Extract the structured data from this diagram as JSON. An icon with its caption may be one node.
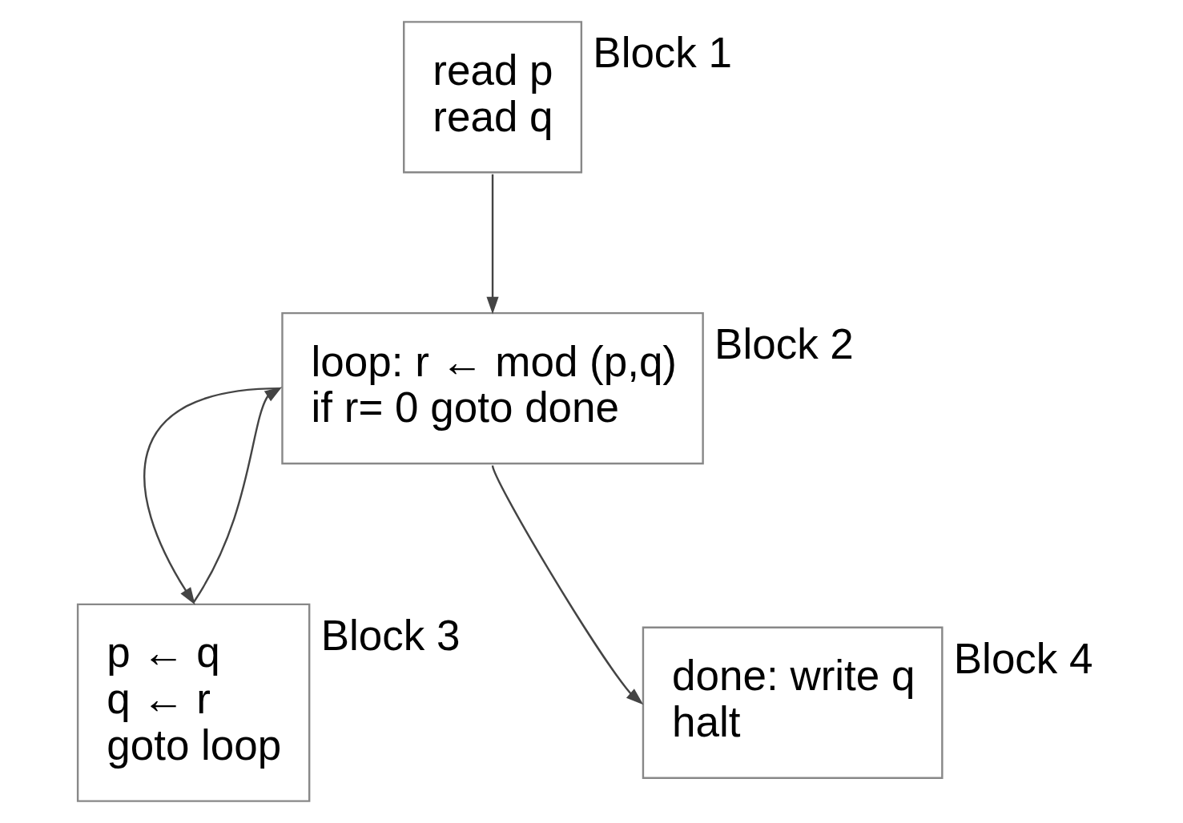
{
  "diagram": {
    "nodes": [
      {
        "text": [
          "Block 1",
          "read p",
          "read q"
        ]
      },
      {
        "text": [
          "Block 2",
          "loop: r ← mod (p,q)",
          "if r= 0 goto done"
        ]
      },
      {
        "text": [
          "Block 3",
          "p ← q",
          "q ← r",
          "goto loop"
        ]
      },
      {
        "text": [
          "Block 4",
          "done: write q",
          "halt"
        ]
      }
    ],
    "edges": [
      {
        "from": 0,
        "to": 1,
        "arrow": "to"
      },
      {
        "from": 1,
        "to": 2,
        "arrow": "to"
      },
      {
        "from": 1,
        "to": 3,
        "arrow": "to"
      },
      {
        "from": 2,
        "to": 1,
        "arrow": "to"
      }
    ]
  }
}
